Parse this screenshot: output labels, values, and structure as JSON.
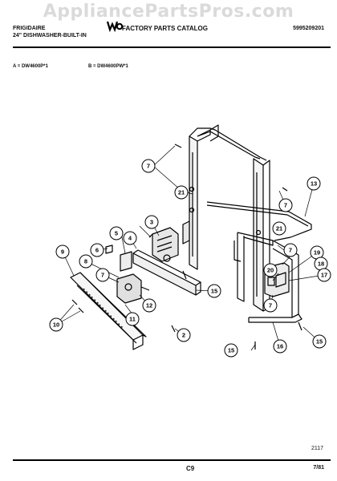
{
  "watermark": "AppliancePartsPros.com",
  "header": {
    "brand": "FRIGIDAIRE",
    "model": "24\" DISHWASHER-BUILT-IN",
    "catalog_title": "FACTORY PARTS CATALOG",
    "part_number": "5995209201",
    "logo": "wci-logo"
  },
  "models": {
    "a": "A = DW4600P*1",
    "b": "B = DW4600PW*1"
  },
  "callouts": [
    "7",
    "13",
    "21",
    "7",
    "3",
    "21",
    "5",
    "4",
    "6",
    "7",
    "19",
    "18",
    "9",
    "8",
    "7",
    "20",
    "17",
    "15",
    "12",
    "7",
    "11",
    "10",
    "2",
    "15",
    "16",
    "15"
  ],
  "footer": {
    "diagram_code": "2117",
    "page": "C9",
    "date": "7/81"
  }
}
